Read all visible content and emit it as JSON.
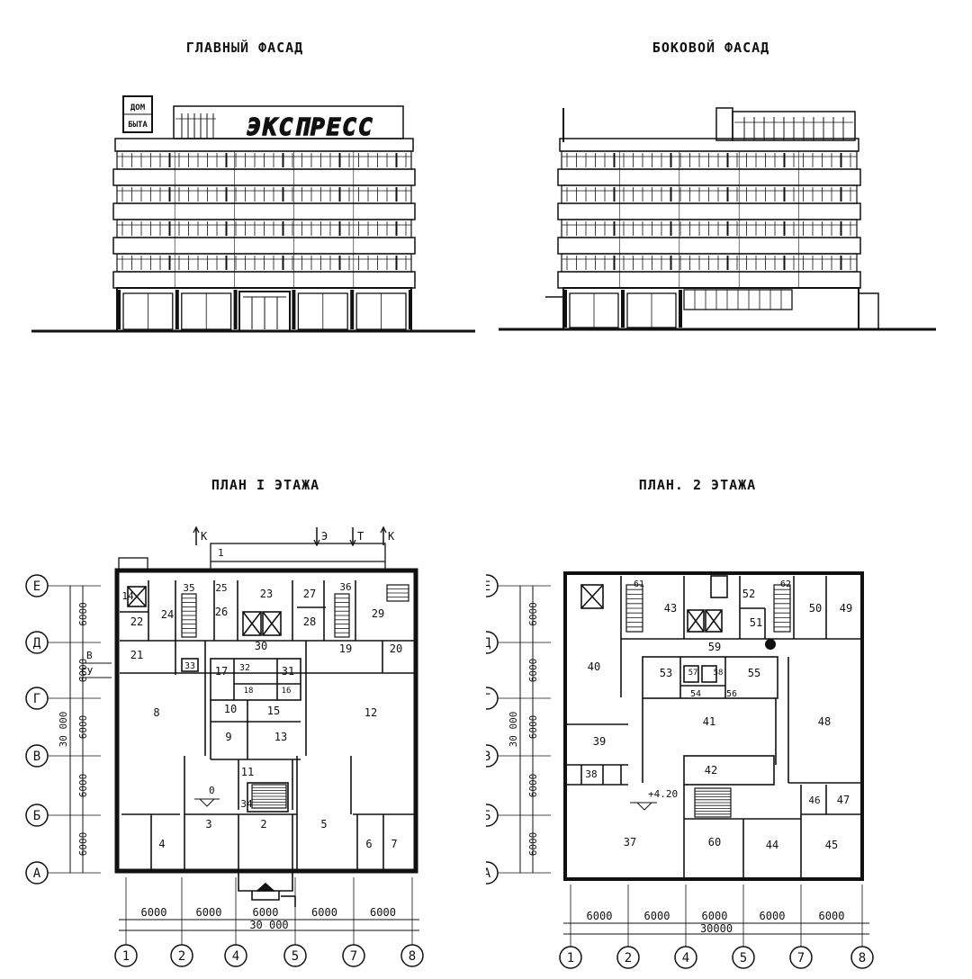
{
  "titles": {
    "main_facade": "ГЛАВНЫЙ ФАСАД",
    "side_facade": "БОКОВОЙ ФАСАД",
    "plan_1": "ПЛАН I ЭТАЖА",
    "plan_2": "ПЛАН. 2 ЭТАЖА"
  },
  "facade_signs": {
    "dom": "ДОМ",
    "byta": "БЫТА",
    "ekspress": "ЭКСПРЕСС"
  },
  "axes": {
    "rows": [
      "Е",
      "Д",
      "Г",
      "В",
      "Б",
      "А"
    ],
    "cols_plan1": [
      "1",
      "2",
      "4",
      "5",
      "7",
      "8"
    ],
    "cols_plan2": [
      "1",
      "2",
      "4",
      "5",
      "7",
      "8"
    ]
  },
  "dimensions": {
    "bay": "6000",
    "total": "30 000",
    "total_plan2": "30000",
    "side_total": "30 000"
  },
  "plan1": {
    "entrance_marks": [
      "К",
      "Э",
      "Т",
      "К"
    ],
    "side_marks": [
      "В",
      "СУ"
    ],
    "level": "0",
    "rooms": [
      "1",
      "2",
      "3",
      "4",
      "5",
      "6",
      "7",
      "8",
      "9",
      "10",
      "11",
      "12",
      "13",
      "14",
      "15",
      "16",
      "17",
      "18",
      "19",
      "20",
      "21",
      "22",
      "23",
      "24",
      "25",
      "26",
      "27",
      "28",
      "29",
      "30",
      "31",
      "32",
      "33",
      "34",
      "35",
      "36"
    ]
  },
  "plan2": {
    "level": "+4.20",
    "rooms": [
      "37",
      "38",
      "39",
      "40",
      "41",
      "42",
      "43",
      "44",
      "45",
      "46",
      "47",
      "48",
      "49",
      "50",
      "51",
      "52",
      "53",
      "54",
      "55",
      "56",
      "57",
      "58",
      "59",
      "60",
      "61",
      "62"
    ]
  }
}
